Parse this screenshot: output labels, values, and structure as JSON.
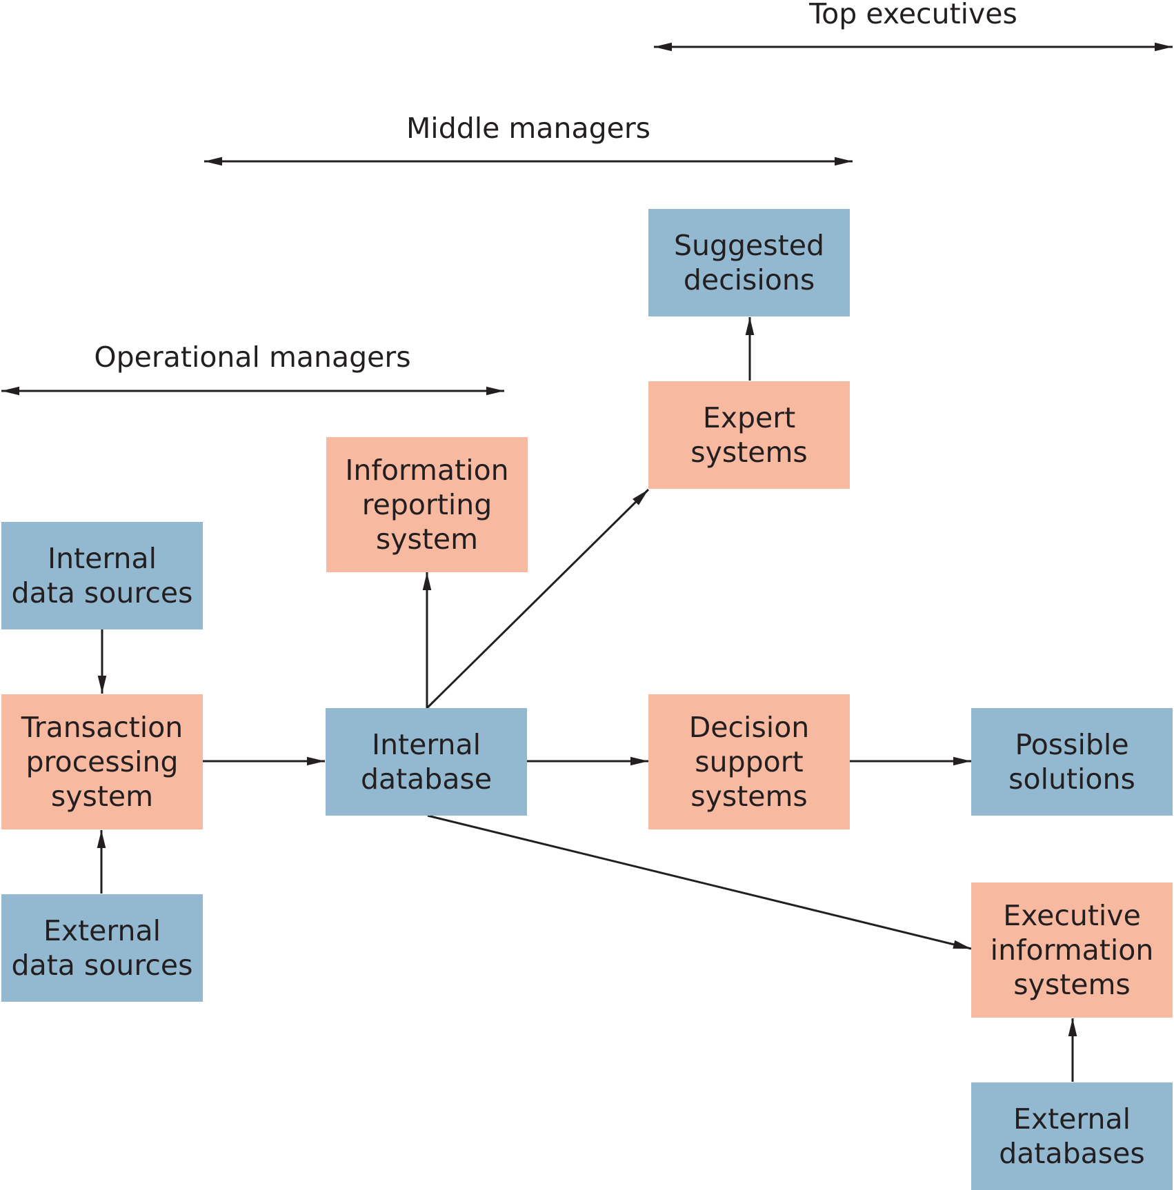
{
  "bands": {
    "top_executives": "Top executives",
    "middle_managers": "Middle managers",
    "operational_managers": "Operational managers"
  },
  "nodes": {
    "suggested_decisions": [
      "Suggested",
      "decisions"
    ],
    "expert_systems": [
      "Expert",
      "systems"
    ],
    "information_reporting_system": [
      "Information",
      "reporting",
      "system"
    ],
    "internal_data_sources": [
      "Internal",
      "data sources"
    ],
    "transaction_processing_system": [
      "Transaction",
      "processing",
      "system"
    ],
    "internal_database": [
      "Internal",
      "database"
    ],
    "decision_support_systems": [
      "Decision",
      "support",
      "systems"
    ],
    "possible_solutions": [
      "Possible",
      "solutions"
    ],
    "external_data_sources": [
      "External",
      "data sources"
    ],
    "executive_information_systems": [
      "Executive",
      "information",
      "systems"
    ],
    "external_databases": [
      "External",
      "databases"
    ]
  },
  "colors": {
    "data_box": "#93b9d1",
    "system_box": "#f7b9a0",
    "line": "#231f20"
  }
}
